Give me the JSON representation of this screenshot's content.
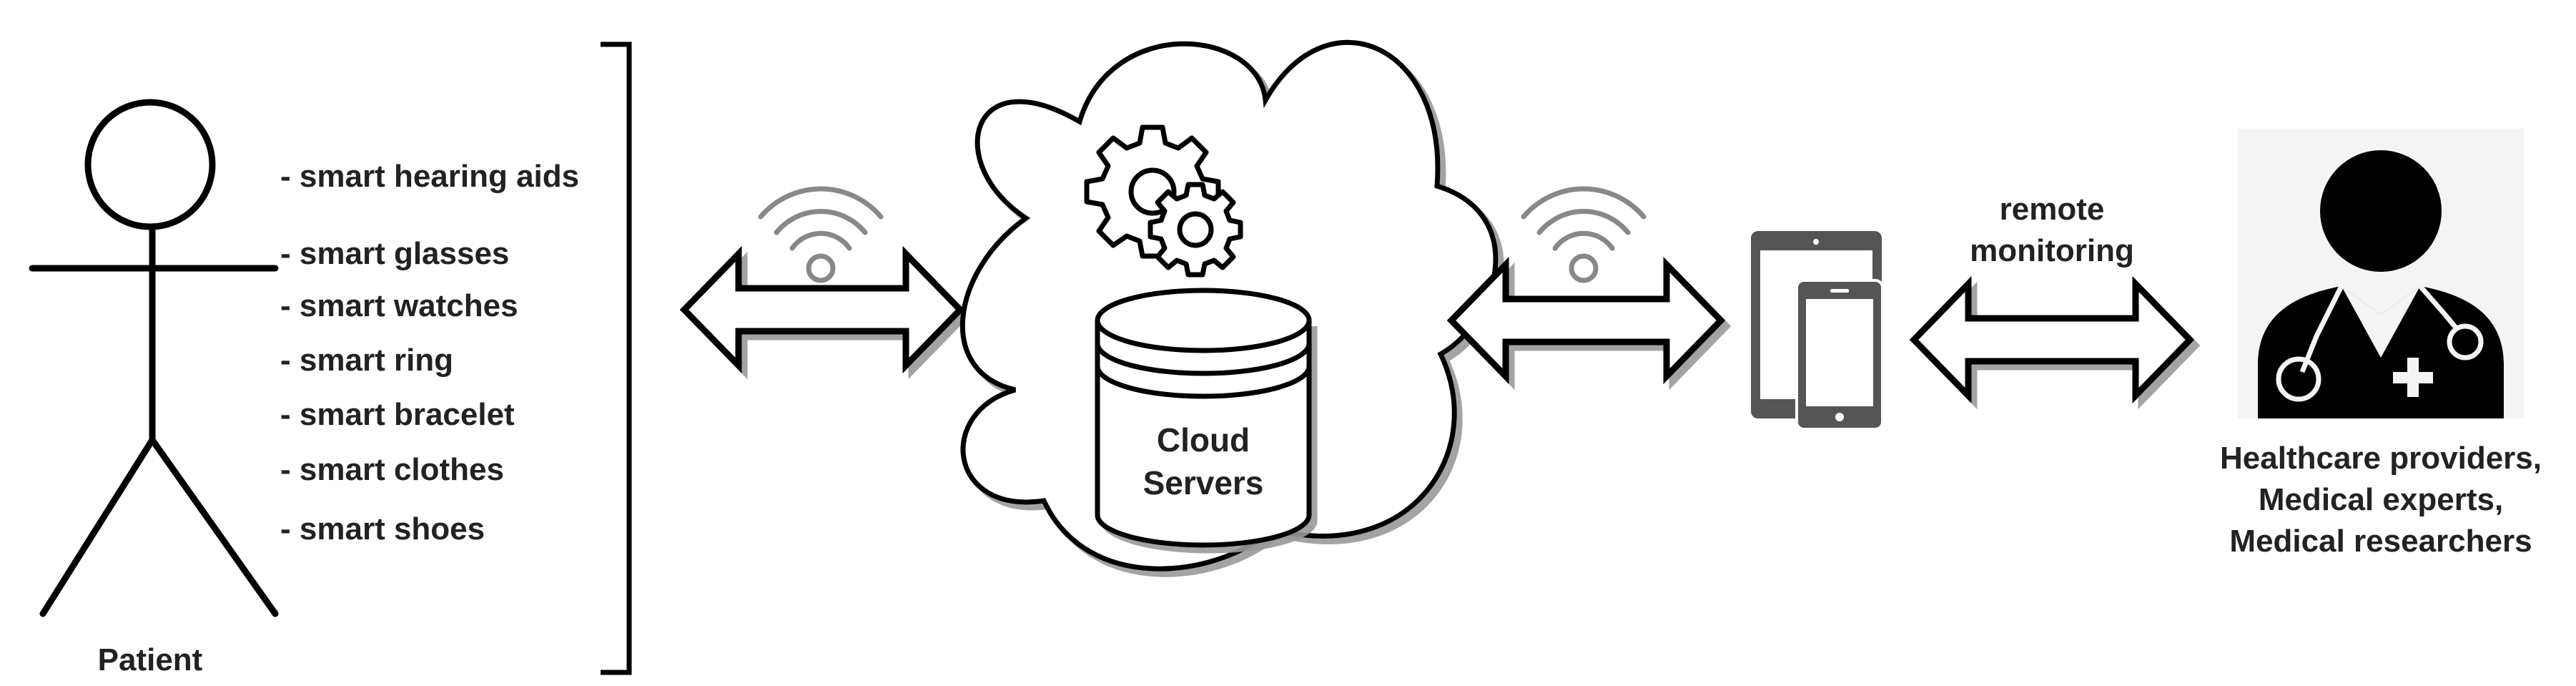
{
  "patient": {
    "label": "Patient"
  },
  "devices": [
    "- smart hearing aids",
    "- smart glasses",
    "- smart watches",
    "- smart ring",
    "- smart bracelet",
    "- smart clothes",
    "- smart shoes"
  ],
  "cloud": {
    "label_line1": "Cloud",
    "label_line2": "Servers"
  },
  "link": {
    "label_line1": "remote",
    "label_line2": "monitoring"
  },
  "providers": {
    "line1": "Healthcare providers,",
    "line2": "Medical experts,",
    "line3": "Medical researchers"
  },
  "icons": {
    "patient": "stick-figure-icon",
    "wifi": "wifi-icon",
    "gear": "gear-icon",
    "database": "database-icon",
    "cloud": "cloud-icon",
    "devices": "tablet-phone-icon",
    "doctor": "doctor-icon",
    "arrow": "double-arrow-icon"
  },
  "colors": {
    "stroke": "#000000",
    "fill": "#ffffff",
    "text": "#222222",
    "doctor": "#000000"
  }
}
